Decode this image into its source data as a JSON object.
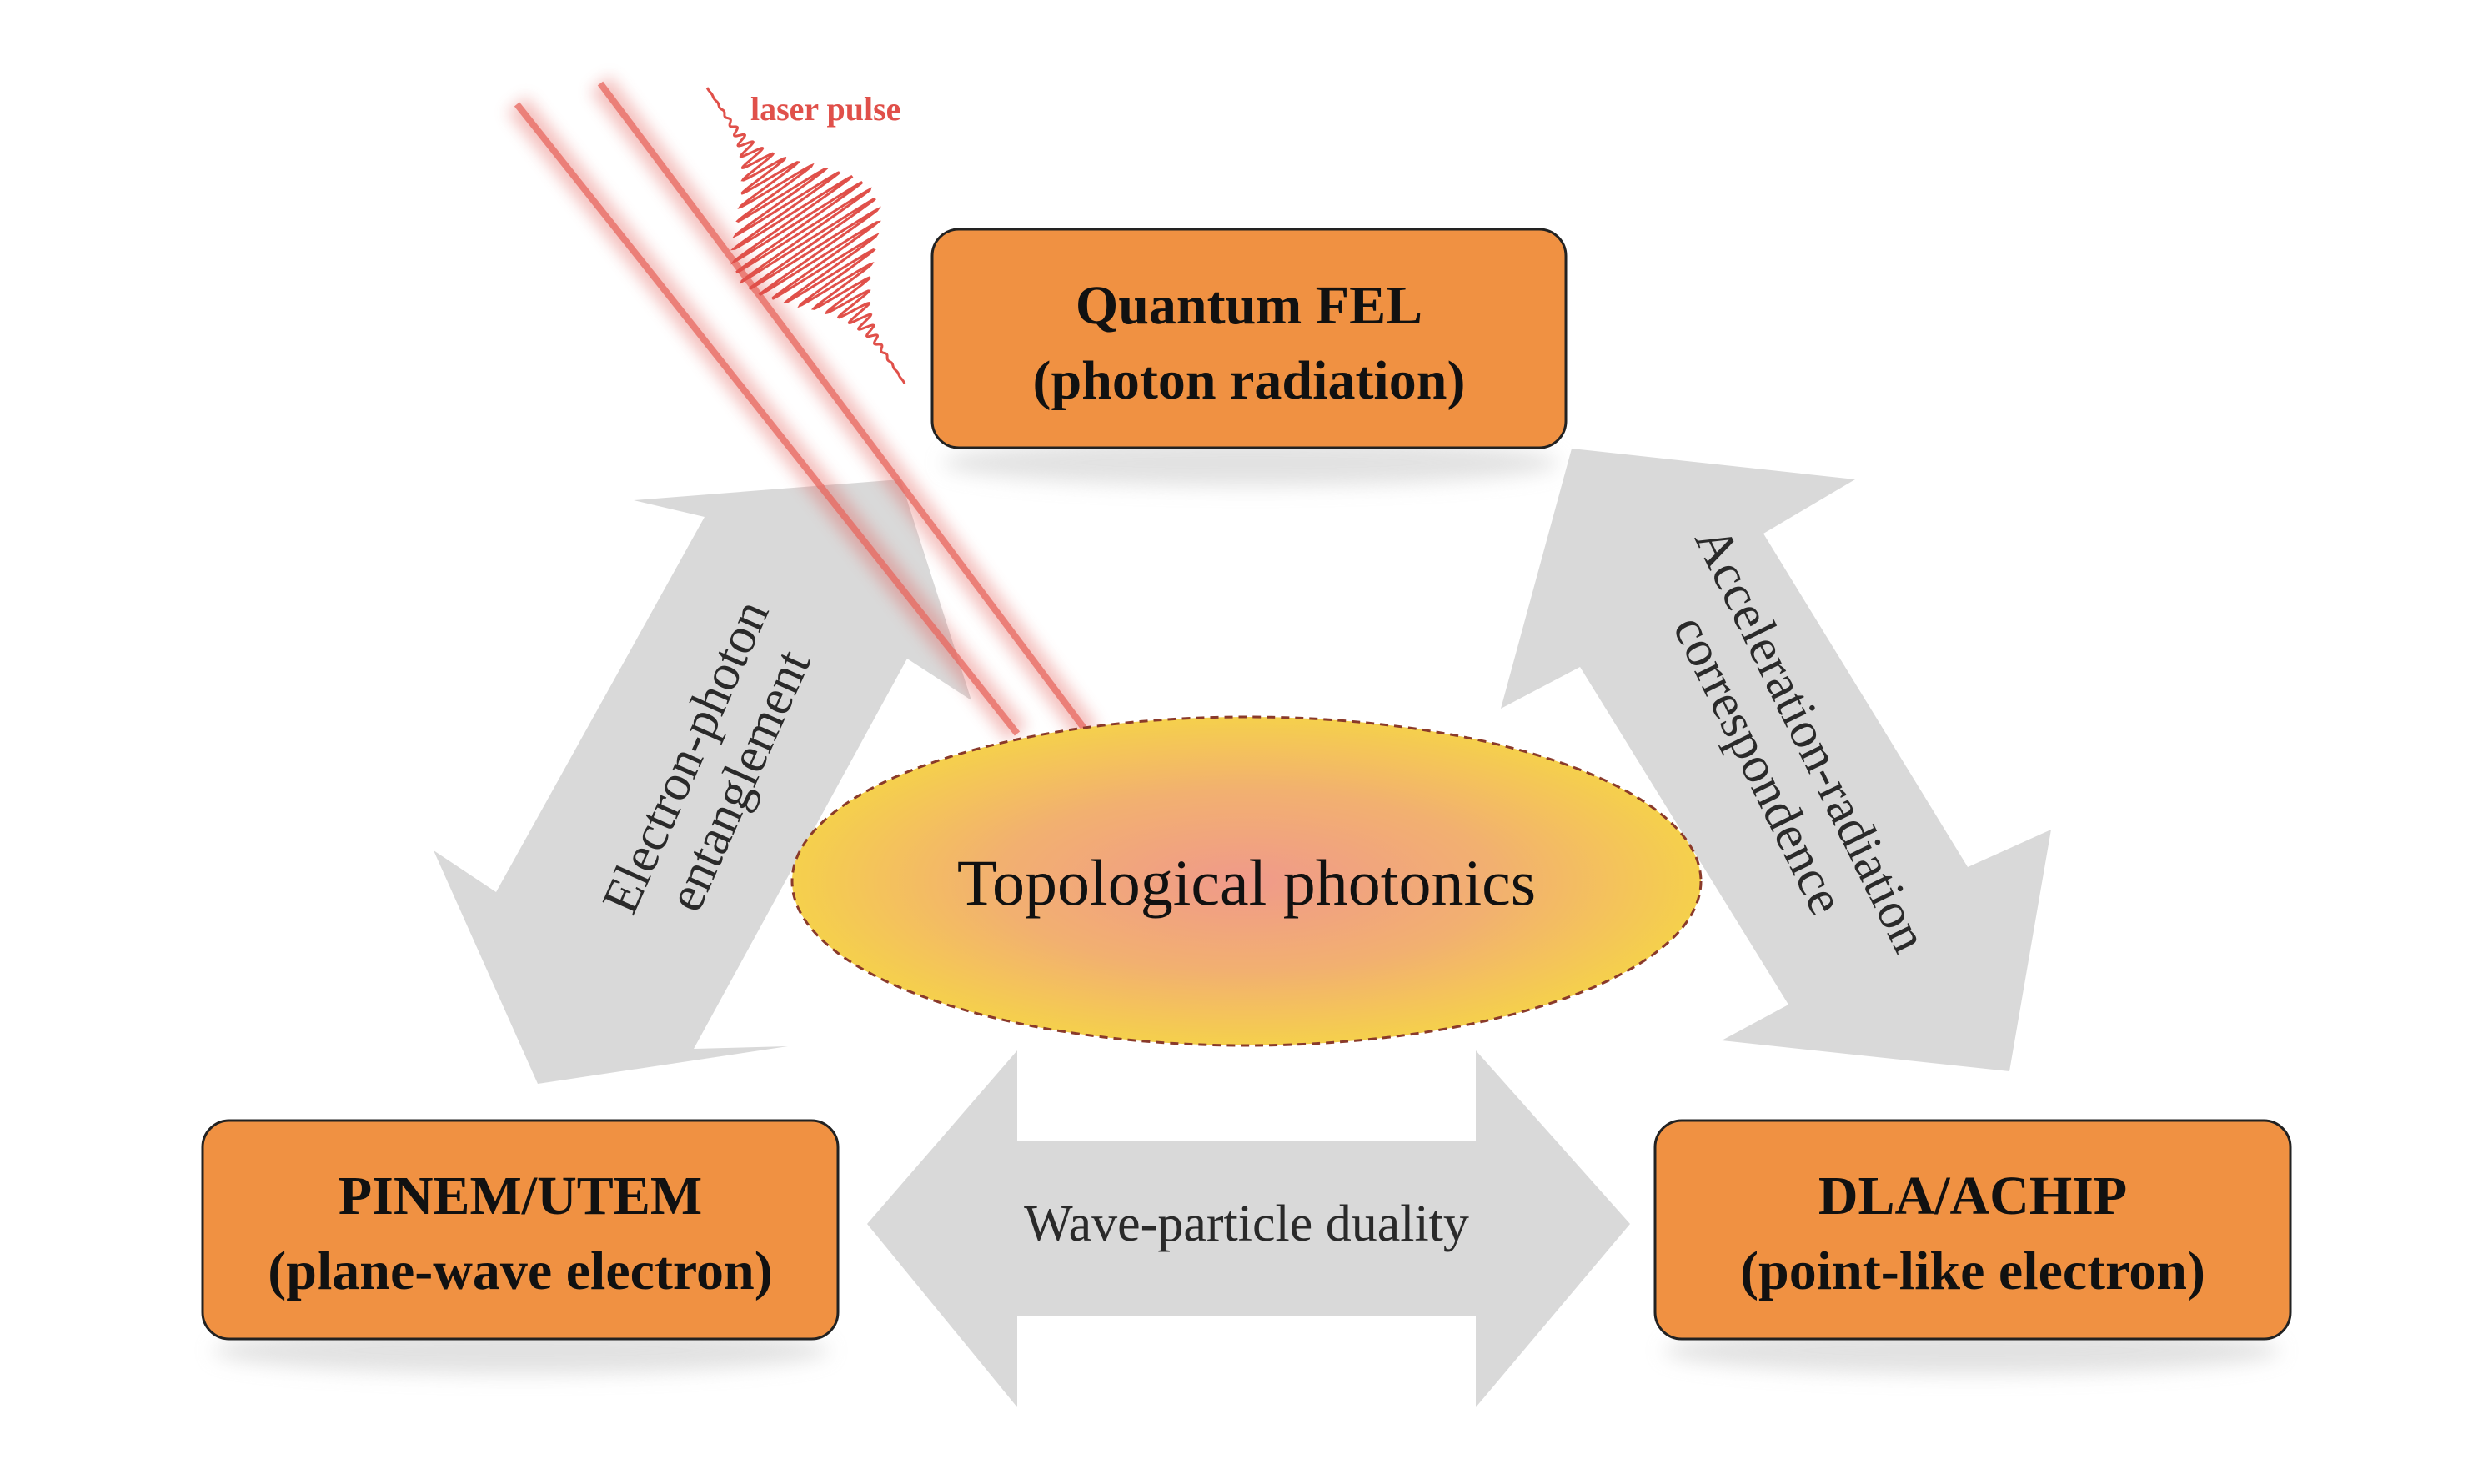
{
  "center": {
    "label": "Topological photonics"
  },
  "boxes": {
    "top": {
      "line1": "Quantum FEL",
      "line2": "(photon radiation)"
    },
    "left": {
      "line1": "PINEM/UTEM",
      "line2": "(plane-wave electron)"
    },
    "right": {
      "line1": "DLA/ACHIP",
      "line2": "(point-like electron)"
    }
  },
  "arrows": {
    "left": {
      "line1": "Electron-photon",
      "line2": "entanglement"
    },
    "right": {
      "line1": "Acceleration-radiation",
      "line2": "correspondence"
    },
    "bottom": {
      "label": "Wave-particle duality"
    }
  },
  "laser": {
    "label": "laser pulse"
  },
  "colors": {
    "box_fill": "#f09142",
    "arrow_fill": "#d9d9d9",
    "laser": "#e0504a",
    "ellipse_edge": "#f5d04c",
    "ellipse_center": "#f09a8a"
  }
}
